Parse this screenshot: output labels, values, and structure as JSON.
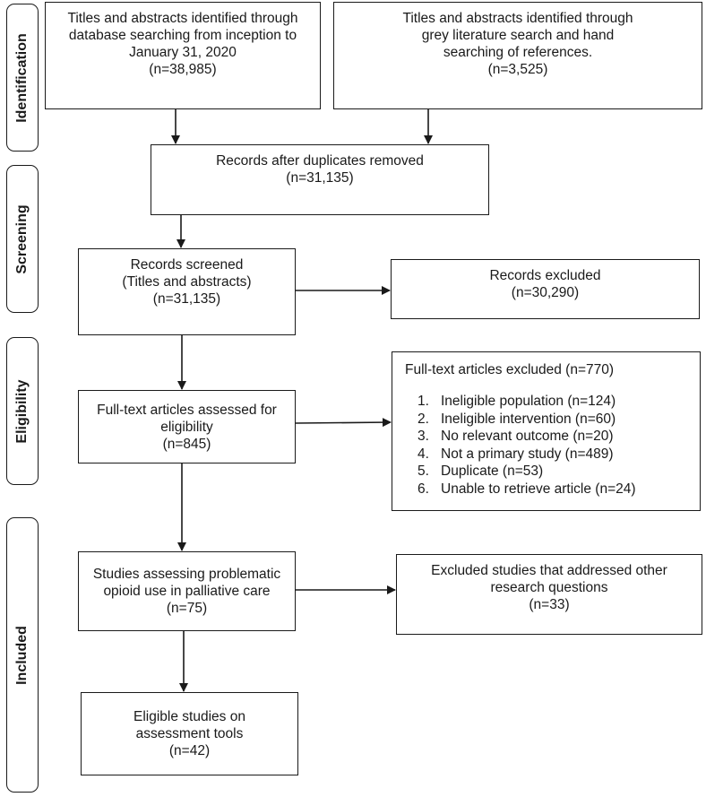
{
  "stages": {
    "identification": "Identification",
    "screening": "Screening",
    "eligibility": "Eligibility",
    "included": "Included"
  },
  "boxes": {
    "database_search": [
      "Titles and abstracts identified through",
      "database searching from inception to",
      "January 31, 2020",
      "(n=38,985)"
    ],
    "grey_literature": [
      "Titles and abstracts identified through",
      "grey literature search and hand",
      "searching of references.",
      "(n=3,525)"
    ],
    "duplicates_removed": [
      "Records after duplicates removed",
      "(n=31,135)"
    ],
    "records_screened": [
      "Records screened",
      "(Titles and abstracts)",
      "(n=31,135)"
    ],
    "records_excluded": [
      "Records excluded",
      "(n=30,290)"
    ],
    "fulltext_assessed": [
      "Full-text articles assessed for",
      "eligibility",
      "(n=845)"
    ],
    "studies_assessing": [
      "Studies assessing problematic",
      "opioid use in palliative care",
      "(n=75)"
    ],
    "excluded_other_questions": [
      "Excluded studies that addressed other",
      "research questions",
      "(n=33)"
    ],
    "eligible_studies": [
      "Eligible studies on",
      "assessment tools",
      "(n=42)"
    ]
  },
  "fulltext_excluded": {
    "title": "Full-text articles excluded (n=770)",
    "reasons": [
      {
        "num": "1.",
        "text": "Ineligible population (n=124)"
      },
      {
        "num": "2.",
        "text": "Ineligible intervention (n=60)"
      },
      {
        "num": "3.",
        "text": "No relevant outcome (n=20)"
      },
      {
        "num": "4.",
        "text": "Not a primary study (n=489)"
      },
      {
        "num": "5.",
        "text": "Duplicate (n=53)"
      },
      {
        "num": "6.",
        "text": "Unable to retrieve article (n=24)"
      }
    ]
  },
  "colors": {
    "line": "#1a1a1a",
    "background": "#ffffff"
  }
}
